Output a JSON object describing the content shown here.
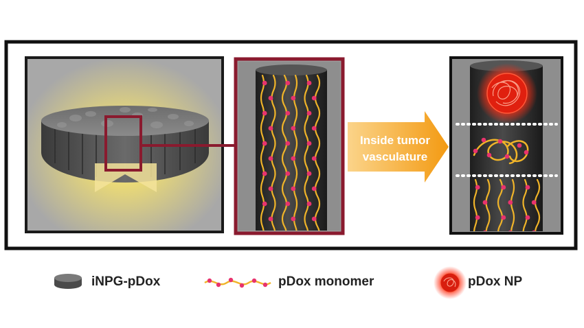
{
  "arrow": {
    "line1": "Inside tumor",
    "line2": "vasculature"
  },
  "legend": {
    "inpg_label": "iNPG-pDox",
    "monomer_label": "pDox monomer",
    "np_label": "pDox NP"
  },
  "colors": {
    "frame": "#111111",
    "highlight": "#8a1a2e",
    "chain": "#f0b429",
    "drug": "#e8336d",
    "arrow": "#f5a623",
    "nanoparticle": "#e02010"
  }
}
